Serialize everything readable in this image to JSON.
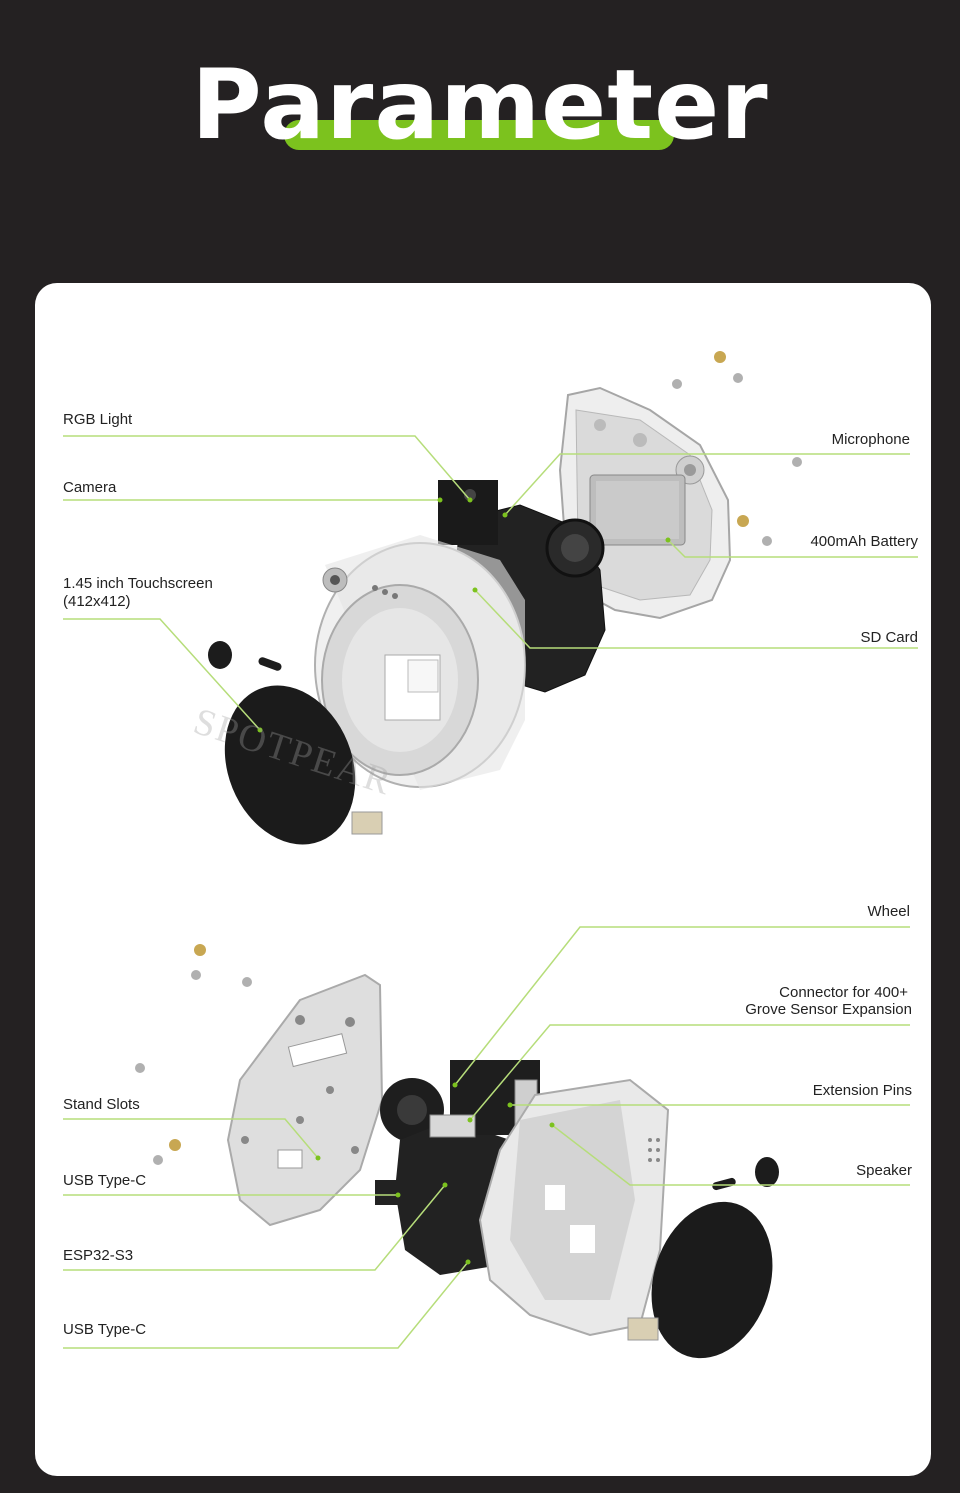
{
  "title": "Parameter",
  "watermark": "SPOTPEAR",
  "colors": {
    "background": "#242122",
    "accent": "#7cc21e",
    "card": "#ffffff",
    "leader": "#b6dd7a"
  },
  "top_labels": {
    "rgb_light": "RGB Light",
    "camera": "Camera",
    "touchscreen_l1": "1.45 inch Touchscreen",
    "touchscreen_l2": "(412x412)",
    "microphone": "Microphone",
    "battery": "400mAh Battery",
    "sd_card": "SD Card"
  },
  "bottom_labels": {
    "wheel": "Wheel",
    "connector_l1": "Connector for 400+",
    "connector_l2": "Grove Sensor Expansion",
    "extension_pins": "Extension Pins",
    "speaker": "Speaker",
    "stand_slots": "Stand Slots",
    "usb_type_c_1": "USB Type-C",
    "esp32": "ESP32-S3",
    "usb_type_c_2": "USB Type-C"
  }
}
